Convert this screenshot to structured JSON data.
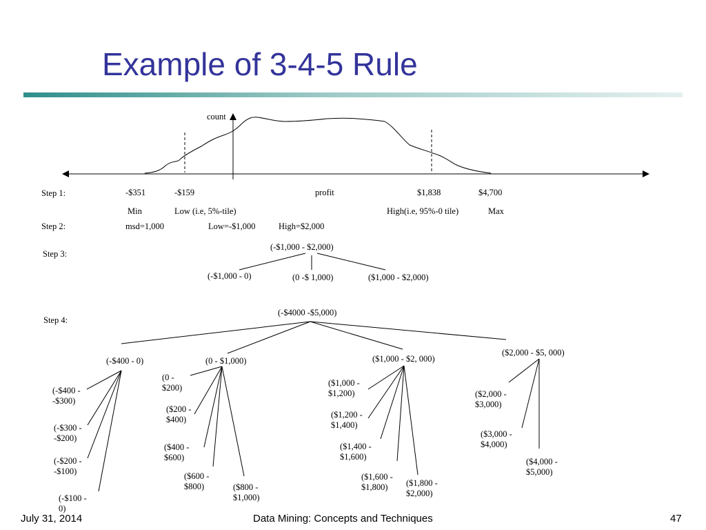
{
  "slide": {
    "title": "Example of 3-4-5 Rule",
    "footer_date": "July 31, 2014",
    "footer_title": "Data Mining: Concepts and Techniques",
    "footer_page": "47",
    "accent_color": "#33349a"
  },
  "axis": {
    "count_label": "count",
    "profit_label": "profit"
  },
  "step1": {
    "label": "Step 1:",
    "min_value": "-$351",
    "low_value": "-$159",
    "high_value": "$1,838",
    "max_value": "$4,700",
    "min_label": "Min",
    "low_label": "Low (i.e, 5%-tile)",
    "high_label": "High(i.e, 95%-0 tile)",
    "max_label": "Max"
  },
  "step2": {
    "label": "Step 2:",
    "msd": "msd=1,000",
    "low": "Low=-$1,000",
    "high": "High=$2,000"
  },
  "step3": {
    "label": "Step 3:",
    "root": "(-$1,000  - $2,000)",
    "children": [
      "(-$1,000 - 0)",
      "(0 -$ 1,000)",
      "($1,000 - $2,000)"
    ]
  },
  "step4": {
    "label": "Step 4:",
    "root": "(-$4000 -$5,000)",
    "groups": [
      {
        "label": "(-$400 - 0)",
        "children": [
          "(-$400 -\n-$300)",
          "(-$300 -\n-$200)",
          "(-$200 -\n-$100)",
          "(-$100 -\n0)"
        ]
      },
      {
        "label": "(0 - $1,000)",
        "children": [
          "(0 -\n$200)",
          "($200 -\n$400)",
          "($400 -\n$600)",
          "($600 -\n$800)",
          "($800 -\n$1,000)"
        ]
      },
      {
        "label": "($1,000 - $2, 000)",
        "children": [
          "($1,000 -\n$1,200)",
          "($1,200 -\n$1,400)",
          "($1,400 -\n$1,600)",
          "($1,600 -\n$1,800)",
          "($1,800 -\n$2,000)"
        ]
      },
      {
        "label": "($2,000 - $5, 000)",
        "children": [
          "($2,000 -\n$3,000)",
          "($3,000 -\n$4,000)",
          "($4,000 -\n$5,000)"
        ]
      }
    ]
  }
}
